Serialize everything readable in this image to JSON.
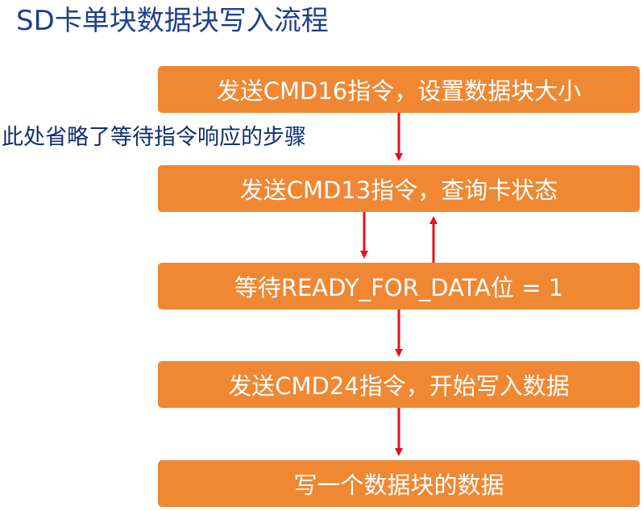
{
  "title": "SD卡单块数据块写入流程",
  "note": "此处省略了等待指令响应的步骤",
  "steps": [
    {
      "label": "发送CMD16指令，设置数据块大小"
    },
    {
      "label": "发送CMD13指令，查询卡状态"
    },
    {
      "label": "等待READY_FOR_DATA位 = 1"
    },
    {
      "label": "发送CMD24指令，开始写入数据"
    },
    {
      "label": "写一个数据块的数据"
    }
  ],
  "colors": {
    "step_fill": "#ef8733",
    "arrow": "#e8101a",
    "title": "#1f3f8f"
  }
}
